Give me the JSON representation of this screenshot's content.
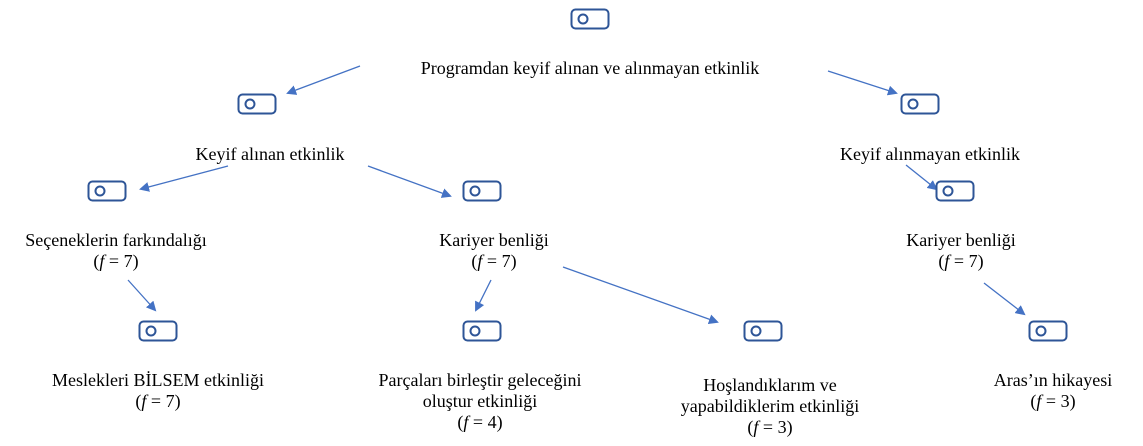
{
  "nodes": {
    "root": {
      "label": "Programdan keyif alınan ve alınmayan etkinlik"
    },
    "enjoyed": {
      "label": "Keyif alınan etkinlik"
    },
    "not_enjoyed": {
      "label": "Keyif alınmayan etkinlik"
    },
    "awareness": {
      "label": "Seçeneklerin farkındalığı",
      "f": "7"
    },
    "career_left": {
      "label": "Kariyer benliği",
      "f": "7"
    },
    "career_right": {
      "label": "Kariyer benliği",
      "f": "7"
    },
    "bilsem": {
      "label": "Meslekleri BİLSEM etkinliği",
      "f": "7"
    },
    "puzzle": {
      "line1": "Parçaları birleştir geleceğini",
      "line2": "oluştur etkinliği",
      "f": "4"
    },
    "likes": {
      "line1": "Hoşlandıklarım ve",
      "line2": "yapabildiklerim etkinliği",
      "f": "3"
    },
    "aras": {
      "label": "Aras’ın hikayesi",
      "f": "3"
    }
  },
  "freq_prefix": "f",
  "freq_eq": " = ",
  "colors": {
    "arrow": "#4472C4",
    "tag_stroke": "#2E5597",
    "text": "#000000"
  },
  "icon": "tag-icon"
}
